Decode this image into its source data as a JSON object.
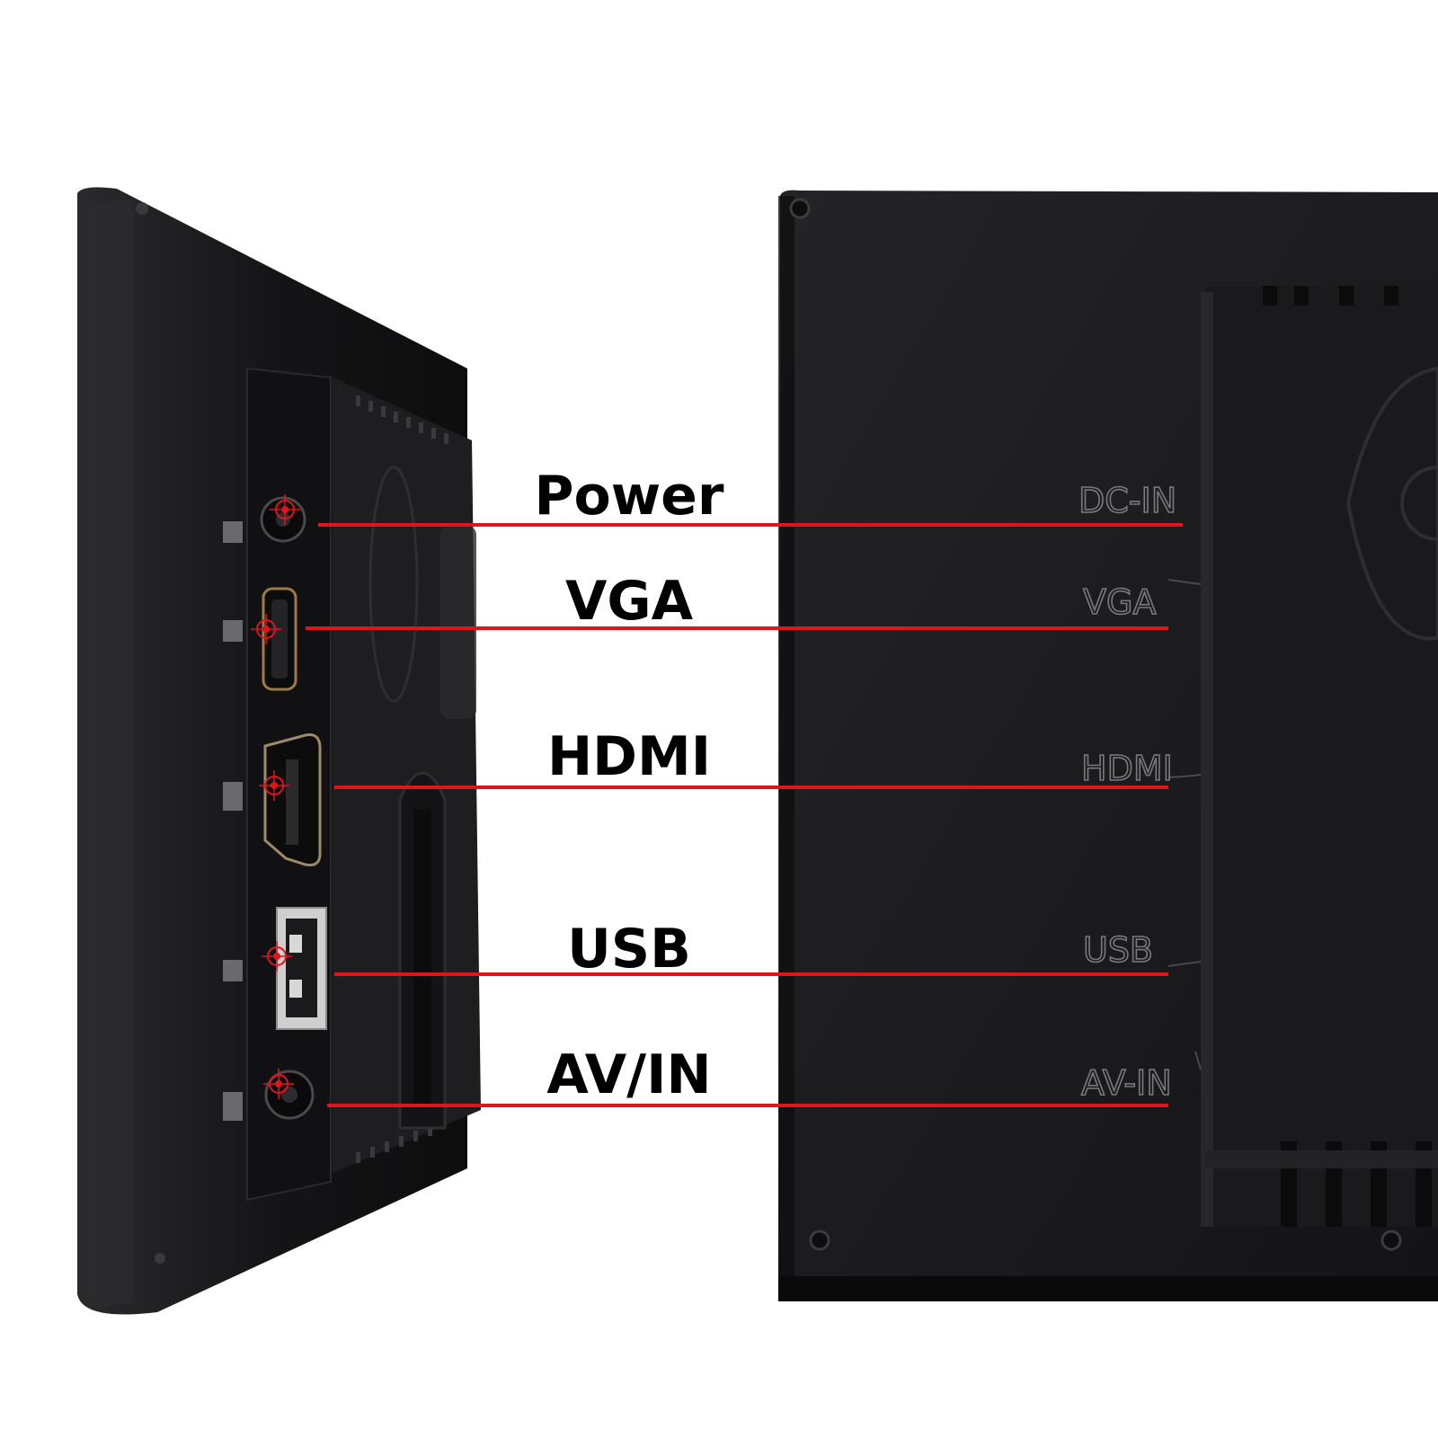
{
  "labels": {
    "power": "Power",
    "vga": "VGA",
    "hdmi": "HDMI",
    "usb": "USB",
    "av_in": "AV/IN"
  },
  "panel_print": {
    "dc_in": "DC-IN",
    "vga": "VGA",
    "hdmi": "HDMI",
    "usb": "USB",
    "av_in": "AV-IN"
  },
  "colors": {
    "callout_line": "#e0141b",
    "device_body": "#1b1b1d",
    "device_edge": "#0c0c0d",
    "panel_print": "#7a7a7e"
  }
}
